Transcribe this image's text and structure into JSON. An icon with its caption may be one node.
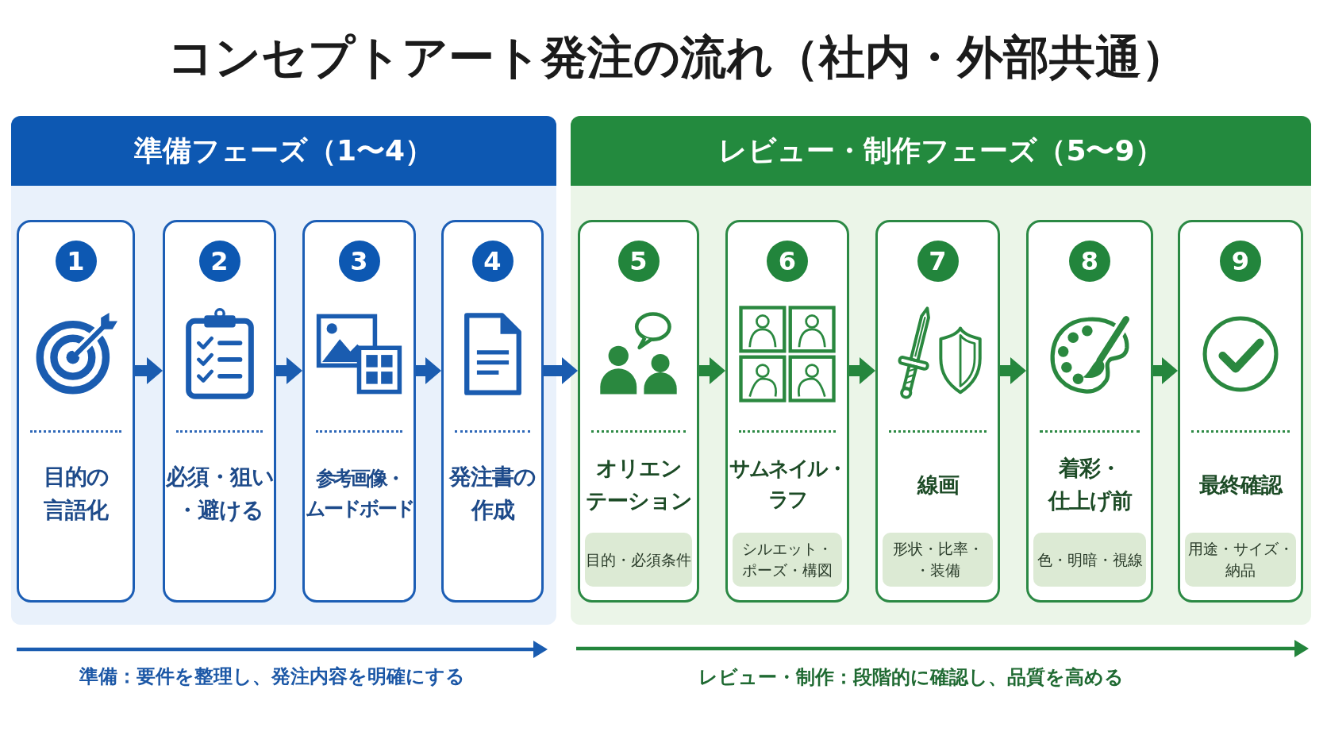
{
  "diagram": {
    "title": "コンセプトアート発注の流れ（社内・外部共通）",
    "nodes": [
      {
        "text": [
          "準備フェーズ（1〜4）"
        ]
      },
      {
        "text": [
          "1",
          "目的の言語化"
        ],
        "in": 0
      },
      {
        "text": [
          "2",
          "必須・狙い・避ける"
        ],
        "in": 0
      },
      {
        "text": [
          "3",
          "参考画像・ムードボード"
        ],
        "in": 0
      },
      {
        "text": [
          "4",
          "発注書の作成"
        ],
        "in": 0
      },
      {
        "text": [
          "レビュー・制作フェーズ（5〜9）"
        ]
      },
      {
        "text": [
          "5",
          "オリエンテーション",
          "目的・必須条件"
        ],
        "in": 5
      },
      {
        "text": [
          "6",
          "サムネイル・ラフ",
          "シルエット・ポーズ・構図"
        ],
        "in": 5
      },
      {
        "text": [
          "7",
          "線画",
          "形状・比率・・装備"
        ],
        "in": 5
      },
      {
        "text": [
          "8",
          "着彩・仕上げ前",
          "色・明暗・視線"
        ],
        "in": 5
      },
      {
        "text": [
          "9",
          "最終確認",
          "用途・サイズ・納品"
        ],
        "in": 5
      }
    ],
    "edges": [
      {
        "from": 1,
        "to": 2,
        "arrow": "to",
        "color": "#1a5cb0"
      },
      {
        "from": 2,
        "to": 3,
        "arrow": "to",
        "color": "#1a5cb0"
      },
      {
        "from": 3,
        "to": 4,
        "arrow": "to",
        "color": "#1a5cb0"
      },
      {
        "from": 4,
        "to": 6,
        "arrow": "to",
        "color": "#1a5cb0"
      },
      {
        "from": 6,
        "to": 7,
        "arrow": "to",
        "color": "#25863d"
      },
      {
        "from": 7,
        "to": 8,
        "arrow": "to",
        "color": "#25863d"
      },
      {
        "from": 8,
        "to": 9,
        "arrow": "to",
        "color": "#25863d"
      },
      {
        "from": 9,
        "to": 10,
        "arrow": "to",
        "color": "#25863d"
      }
    ],
    "labels": [
      "準備：要件を整理し、発注内容を明確にする",
      "レビュー・制作：段階的に確認し、品質を高める"
    ]
  }
}
